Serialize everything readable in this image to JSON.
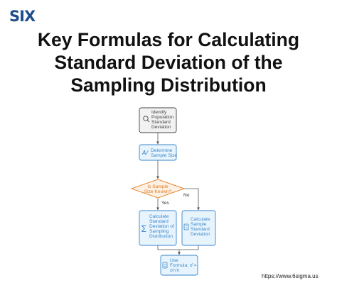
{
  "logo": {
    "text": "SIX"
  },
  "title": {
    "line1": "Key Formulas for Calculating",
    "line2": "Standard Deviation of the",
    "line3": "Sampling Distribution"
  },
  "diagram": {
    "nodes": {
      "identify": {
        "icon": "search-icon",
        "lines": [
          "Identify",
          "Population",
          "Standard",
          "Deviation"
        ]
      },
      "determine": {
        "icon": "formula-icon",
        "lines": [
          "Determine",
          "Sample Size"
        ]
      },
      "decision": {
        "lines": [
          "Is Sample",
          "Size Known?"
        ]
      },
      "calc_sampling": {
        "icon": "sigma-icon",
        "lines": [
          "Calculate",
          "Standard",
          "Deviation of",
          "Sampling",
          "Distribution"
        ]
      },
      "calc_sample": {
        "icon": "calculator-icon",
        "lines": [
          "Calculate",
          "Sample",
          "Standard",
          "Deviation"
        ]
      },
      "use_formula": {
        "icon": "calculator-icon",
        "lines": [
          "Use",
          "Formula: σ̄ =",
          "σ/√n"
        ]
      }
    },
    "edges": {
      "yes_label": "Yes",
      "no_label": "No"
    },
    "colors": {
      "blue": "#3a86c8",
      "blue_fill": "#e8f4fd",
      "orange": "#e07a1f",
      "orange_fill": "#fdf1e4",
      "gray_fill": "#f2f2f2"
    }
  },
  "footer": {
    "url": "https://www.6sigma.us"
  }
}
